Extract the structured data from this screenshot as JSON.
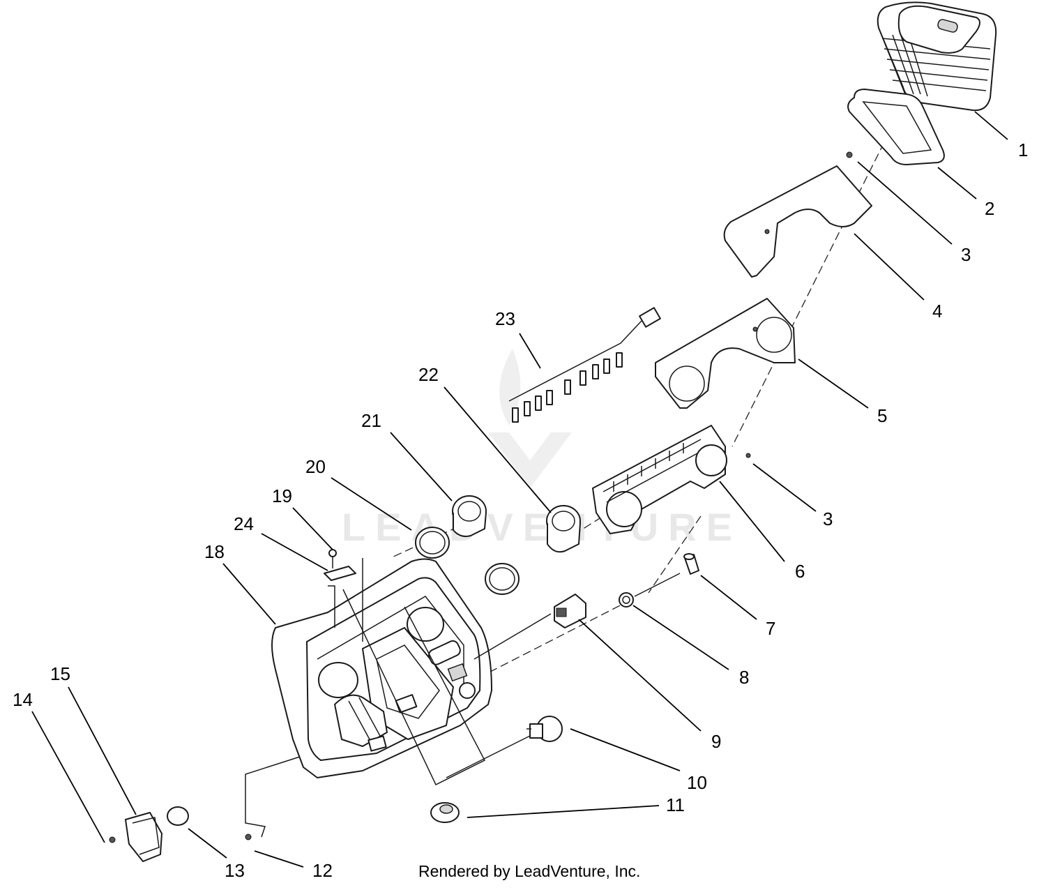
{
  "callouts": [
    {
      "id": "1",
      "label": "1"
    },
    {
      "id": "2",
      "label": "2"
    },
    {
      "id": "3a",
      "label": "3"
    },
    {
      "id": "4",
      "label": "4"
    },
    {
      "id": "23",
      "label": "23"
    },
    {
      "id": "22",
      "label": "22"
    },
    {
      "id": "5",
      "label": "5"
    },
    {
      "id": "21",
      "label": "21"
    },
    {
      "id": "20",
      "label": "20"
    },
    {
      "id": "19",
      "label": "19"
    },
    {
      "id": "3b",
      "label": "3"
    },
    {
      "id": "24",
      "label": "24"
    },
    {
      "id": "18",
      "label": "18"
    },
    {
      "id": "6",
      "label": "6"
    },
    {
      "id": "7",
      "label": "7"
    },
    {
      "id": "8",
      "label": "8"
    },
    {
      "id": "15",
      "label": "15"
    },
    {
      "id": "14",
      "label": "14"
    },
    {
      "id": "9",
      "label": "9"
    },
    {
      "id": "10",
      "label": "10"
    },
    {
      "id": "11",
      "label": "11"
    },
    {
      "id": "13",
      "label": "13"
    },
    {
      "id": "12",
      "label": "12"
    }
  ],
  "credit": "Rendered by LeadVenture, Inc.",
  "watermark": "LEADVENTURE"
}
